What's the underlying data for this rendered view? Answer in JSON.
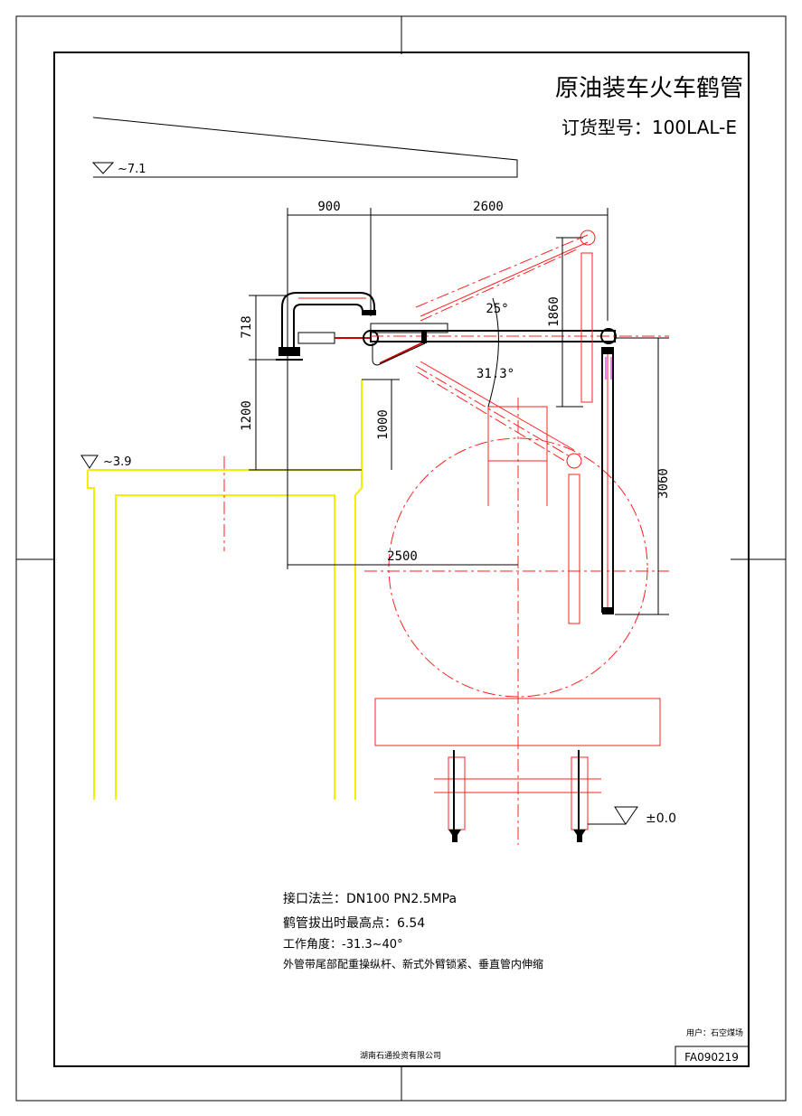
{
  "title": "原油装车火车鹤管",
  "order_model": "订货型号：100LAL-E",
  "levels": {
    "top": "~7.1",
    "platform": "~3.9",
    "ground": "±0.0"
  },
  "dimensions": {
    "d900": "900",
    "d2600": "2600",
    "d718": "718",
    "d1200": "1200",
    "d1000": "1000",
    "d1860": "1860",
    "d3060": "3060",
    "d2500": "2500",
    "angle_up": "25°",
    "angle_down": "31.3°"
  },
  "notes": [
    "接口法兰：DN100 PN2.5MPa",
    "鹤管拔出时最高点：6.54",
    "工作角度：-31.3~40°",
    "外管带尾部配重操纵杆、新式外臂锁紧、垂直管内伸缩"
  ],
  "title_block": {
    "customer": "用户：石空煤场",
    "company": "湖南石通投资有限公司",
    "drawing_no": "FA090219"
  }
}
